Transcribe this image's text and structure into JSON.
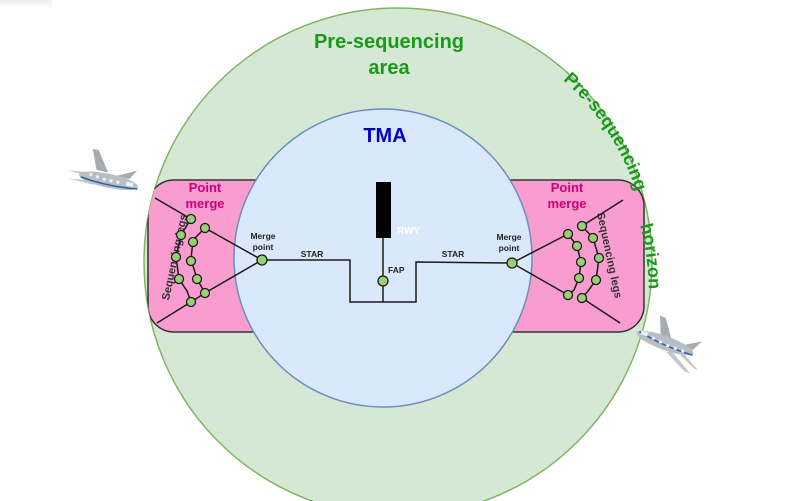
{
  "labels": {
    "presequencing_area": [
      "Pre-sequencing",
      "area"
    ],
    "presequencing_horizon_a": "Pre-sequencing",
    "presequencing_horizon_b": "horizon",
    "tma": "TMA",
    "point_merge_left": [
      "Point",
      "merge"
    ],
    "point_merge_right": [
      "Point",
      "merge"
    ],
    "sequencing_legs_left": "Sequencing legs",
    "sequencing_legs_right": "Sequencing legs",
    "merge_point_left": [
      "Merge",
      "point"
    ],
    "merge_point_right": [
      "Merge",
      "point"
    ],
    "star_left": "STAR",
    "star_right": "STAR",
    "fap": "FAP",
    "runway": "RWY"
  },
  "colors": {
    "presequencing_fill": "#d5e8d4",
    "presequencing_stroke": "#82b366",
    "presequencing_text": "#1a9a1a",
    "tma_fill": "#dae8fc",
    "tma_stroke": "#6c8ebf",
    "tma_text": "#0000cc",
    "point_merge_fill": "#f99ccf",
    "point_merge_text": "#cc0077",
    "node_fill": "#97d077",
    "line": "#1a1a1a",
    "runway": "#000000"
  }
}
